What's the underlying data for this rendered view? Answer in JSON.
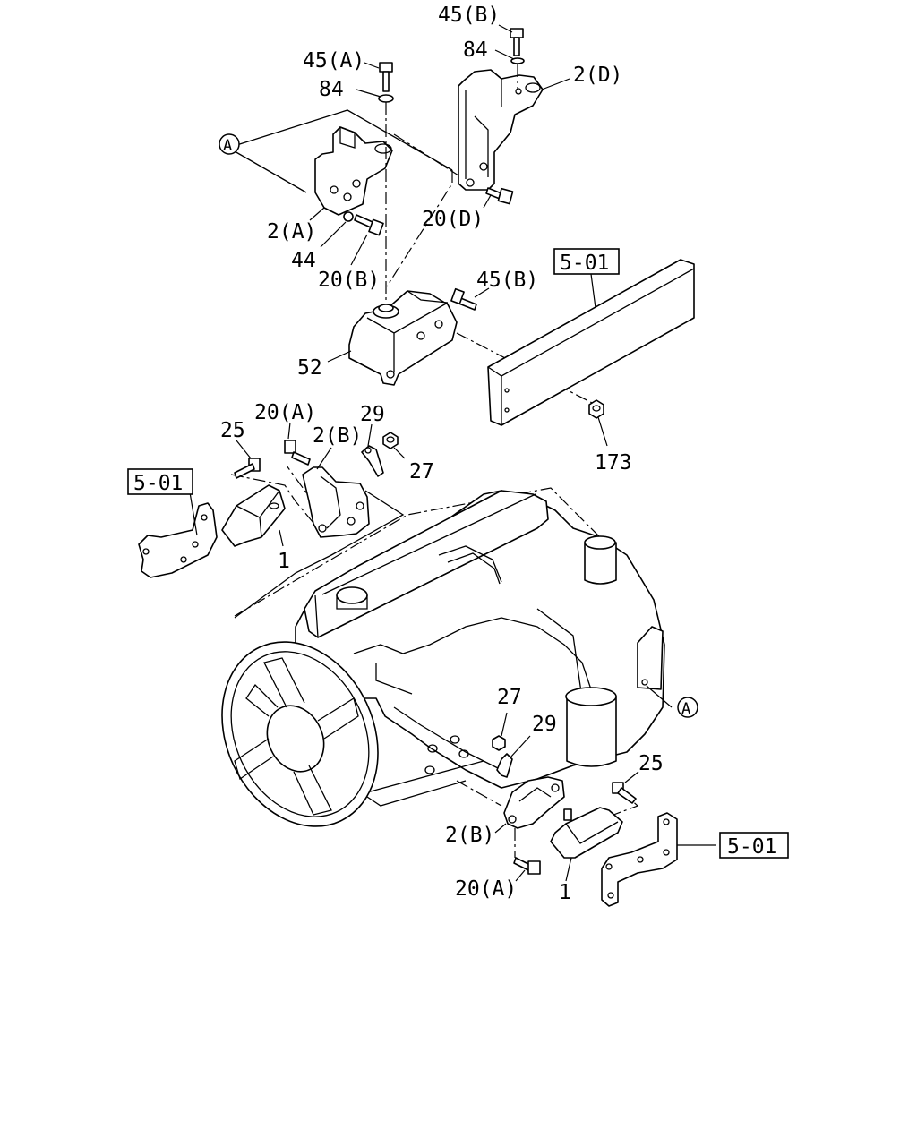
{
  "labels": {
    "p45b_top": "45(B)",
    "p84_top": "84",
    "p45a": "45(A)",
    "p84_left": "84",
    "p2d": "2(D)",
    "circle_a_top": "A",
    "p2a": "2(A)",
    "p44": "44",
    "p20b": "20(B)",
    "p20d": "20(D)",
    "ref_501_top": "5-01",
    "p45b_mid": "45(B)",
    "p52": "52",
    "p173": "173",
    "p20a_left": "20(A)",
    "p25_left": "25",
    "p2b_left": "2(B)",
    "p29_left": "29",
    "p27_left": "27",
    "ref_501_left": "5-01",
    "p1_left": "1",
    "circle_a_right": "A",
    "p27_right": "27",
    "p29_right": "29",
    "p25_right": "25",
    "ref_501_right": "5-01",
    "p2b_right": "2(B)",
    "p20a_right": "20(A)",
    "p1_right": "1"
  }
}
